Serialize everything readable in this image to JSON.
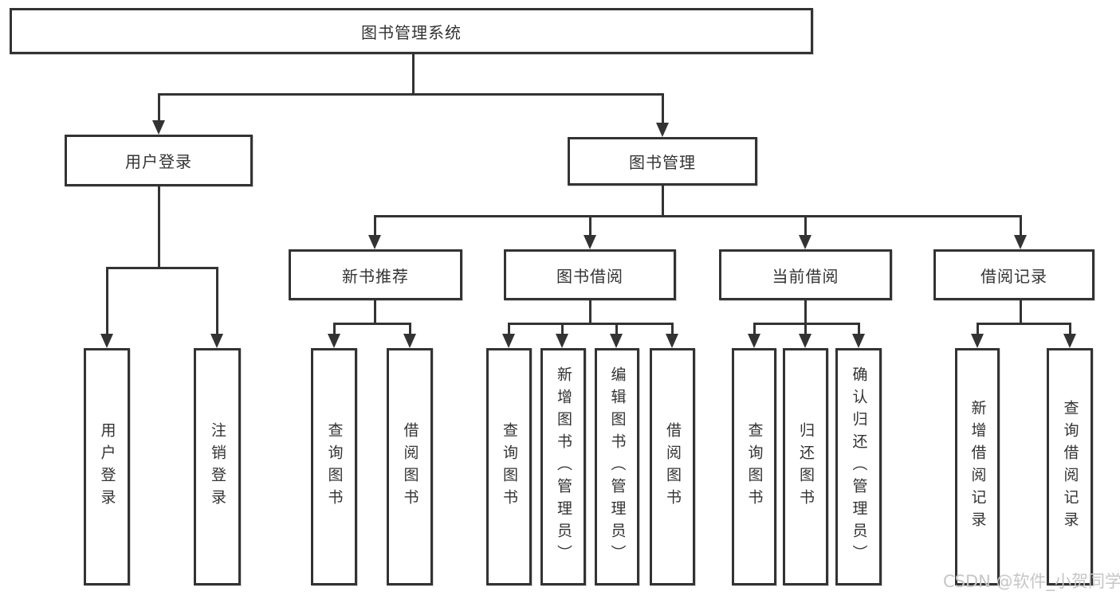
{
  "tree": {
    "root": "图书管理系统",
    "branches": [
      {
        "label": "用户登录",
        "leaves": [
          "用户登录",
          "注销登录"
        ]
      },
      {
        "label": "图书管理",
        "groups": [
          {
            "label": "新书推荐",
            "leaves": [
              "查询图书",
              "借阅图书"
            ]
          },
          {
            "label": "图书借阅",
            "leaves": [
              "查询图书",
              "新增图书（管理员）",
              "编辑图书（管理员）",
              "借阅图书"
            ]
          },
          {
            "label": "当前借阅",
            "leaves": [
              "查询图书",
              "归还图书",
              "确认归还（管理员）"
            ]
          },
          {
            "label": "借阅记录",
            "leaves": [
              "新增借阅记录",
              "查询借阅记录"
            ]
          }
        ]
      }
    ]
  },
  "watermark": "CSDN @软件_小贺同学",
  "colors": {
    "line": "#333333",
    "text": "#333333",
    "background": "#ffffff",
    "watermark": "#c6c6c6"
  }
}
